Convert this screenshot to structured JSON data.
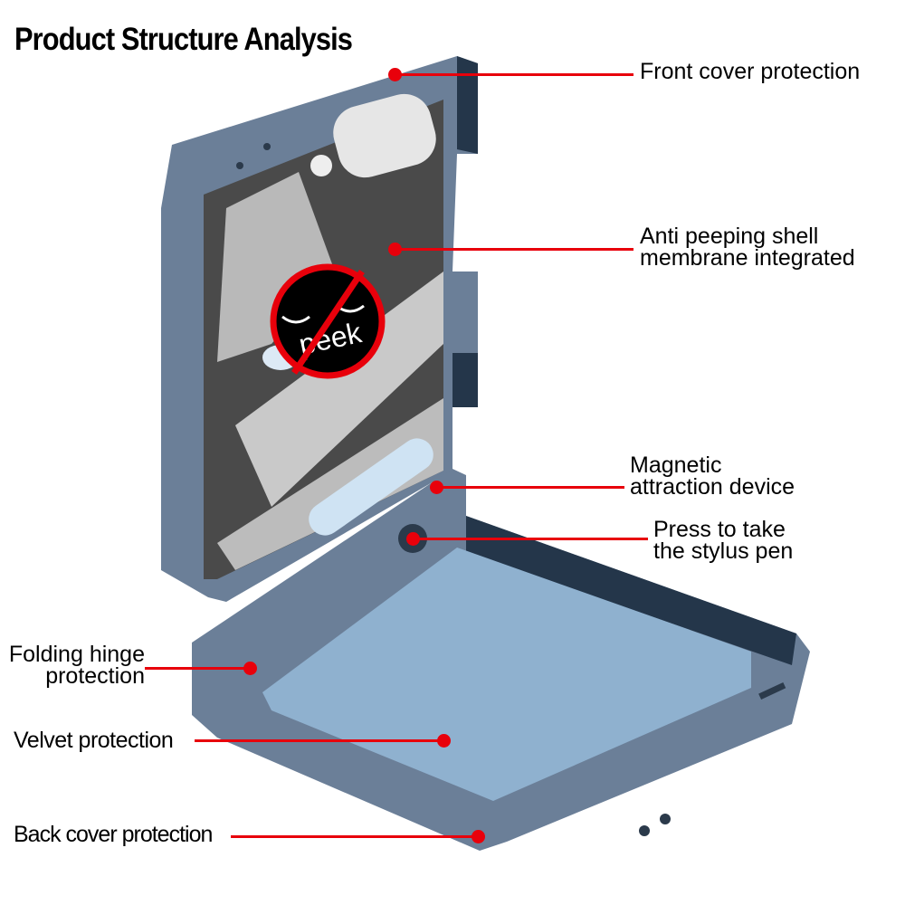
{
  "title": "Product Structure Analysis",
  "sign_text": "peek",
  "colors": {
    "accent": "#e8000b",
    "case": "#6b7f98",
    "velvet": "#8fb1cf",
    "panel": "#4a4a4a"
  },
  "callouts": [
    {
      "id": "front-cover",
      "lines": [
        "Front cover protection"
      ]
    },
    {
      "id": "anti-peeping",
      "lines": [
        "Anti peeping shell",
        "membrane integrated"
      ]
    },
    {
      "id": "magnetic",
      "lines": [
        "Magnetic",
        "attraction device"
      ]
    },
    {
      "id": "stylus",
      "lines": [
        "Press to take",
        "the stylus pen"
      ]
    },
    {
      "id": "hinge",
      "lines": [
        "Folding hinge",
        "protection"
      ]
    },
    {
      "id": "velvet",
      "lines": [
        "Velvet protection"
      ]
    },
    {
      "id": "back-cover",
      "lines": [
        "Back cover protection"
      ]
    }
  ]
}
